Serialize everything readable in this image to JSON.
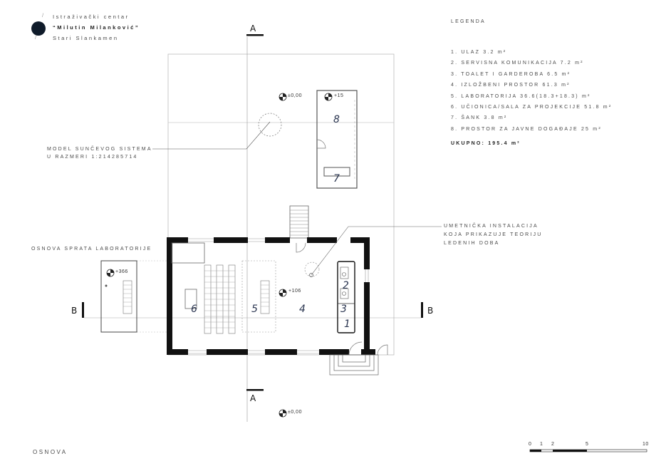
{
  "header": {
    "line1": "Istraživački centar",
    "line2": "“Milutin Milanković”",
    "line3": "Stari Slankamen"
  },
  "legend": {
    "title": "LEGENDA",
    "items": [
      "1. ULAZ   3.2 m²",
      "2. SERVISNA KOMUNIKACIJA   7.2 m²",
      "3. TOALET I GARDEROBA  6.5 m²",
      "4. IZLOŽBENI PROSTOR  61.3 m²",
      "5. LABORATORIJA  36.6(18.3+18.3) m²",
      "6. UČIONICA/SALA ZA PROJEKCIJE  51.8 m²",
      "7. ŠANK  3.8 m²",
      "8. PROSTOR ZA JAVNE DOGAĐAJE  25 m²"
    ],
    "total": "UKUPNO:  195.4 m²"
  },
  "annotations": {
    "solar_model_line1": "MODEL SUNČEVOG SISTEMA",
    "solar_model_line2": "U RAZMERI 1:214285714",
    "installation_line1": "UMETNIČKA INSTALACIJA",
    "installation_line2": "KOJA PRIKAZUJE TEORIJU",
    "installation_line3": "LEDENIH DOBA",
    "lab_floor_plan": "OSNOVA SPRATA LABORATORIJE"
  },
  "section_marks": {
    "a_top": "A",
    "a_bottom": "A",
    "b_left": "B",
    "b_right": "B"
  },
  "levels": {
    "terrace_top": "±0,00",
    "platform": "+15",
    "interior": "+106",
    "lab_floor": "+366",
    "outside_bottom": "±0,00"
  },
  "rooms": {
    "r1": "1",
    "r2": "2",
    "r3": "3",
    "r4": "4",
    "r5": "5",
    "r6": "6",
    "r7": "7",
    "r8": "8"
  },
  "footer": {
    "title": "OSNOVA"
  },
  "scale_bar": {
    "ticks": [
      "0",
      "1",
      "2",
      "5",
      "10"
    ]
  }
}
